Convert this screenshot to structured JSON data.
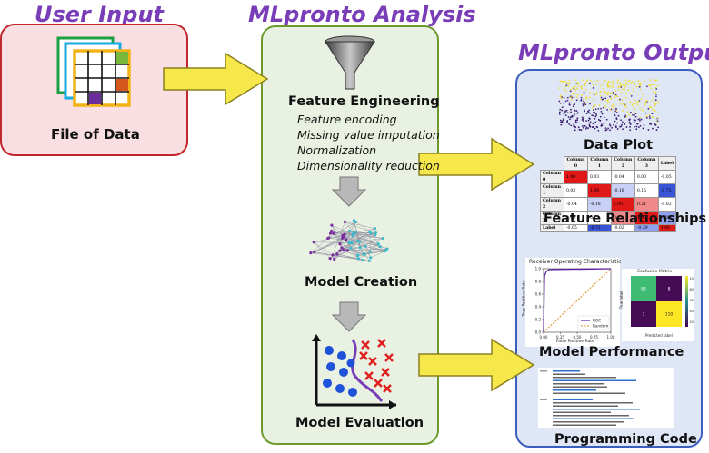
{
  "headings": {
    "input": "User Input",
    "analysis": "MLpronto Analysis",
    "output": "MLpronto Output"
  },
  "input": {
    "label": "File of Data"
  },
  "analysis": {
    "feature_engineering": "Feature Engineering",
    "steps": [
      "Feature encoding",
      "Missing value imputation",
      "Normalization",
      "Dimensionality reduction"
    ],
    "model_creation": "Model Creation",
    "model_evaluation": "Model Evaluation"
  },
  "output": {
    "data_plot": "Data Plot",
    "feature_relationships": "Feature Relationships",
    "model_performance": "Model Performance",
    "programming_code": "Programming Code"
  },
  "corr_table": {
    "columns": [
      "Column 0",
      "Column 1",
      "Column 2",
      "Column 3",
      "Label"
    ],
    "rows": [
      {
        "name": "Column 0",
        "cells": [
          "1.00",
          "0.03",
          "-0.04",
          "0.00",
          "-0.05"
        ]
      },
      {
        "name": "Column 1",
        "cells": [
          "0.03",
          "1.00",
          "-0.18",
          "0.15",
          "-0.72"
        ]
      },
      {
        "name": "Column 2",
        "cells": [
          "-0.04",
          "-0.18",
          "1.00",
          "0.21",
          "-0.02"
        ]
      },
      {
        "name": "Column 3",
        "cells": [
          "0.00",
          "0.15",
          "0.21",
          "1.00",
          "-0.39"
        ]
      },
      {
        "name": "Label",
        "cells": [
          "-0.05",
          "-0.72",
          "-0.02",
          "-0.39",
          "1.00"
        ]
      }
    ]
  },
  "roc_chart": {
    "title": "Receiver Operating Characteristic",
    "xlabel": "False Positive Rate",
    "ylabel": "True Positive Rate",
    "legend": [
      "ROC",
      "Random"
    ],
    "xticks": [
      "0.00",
      "0.25",
      "0.50",
      "0.75",
      "1.00"
    ],
    "yticks": [
      "0.0",
      "0.2",
      "0.4",
      "0.6",
      "0.8",
      "1.0"
    ]
  },
  "confusion": {
    "title": "Confusion Matrix",
    "xlabel": "Predicted label",
    "ylabel": "True label",
    "values": [
      "82",
      "8",
      "3",
      "110"
    ],
    "colorbar_ticks": [
      "100",
      "80",
      "60",
      "40",
      "20"
    ]
  },
  "colors": {
    "heading": "#7a3db8",
    "input_box": "#f9dfe2",
    "analysis_box": "#e9f1e2",
    "output_box": "#dfe7f7",
    "arrow": "#f6e84a"
  }
}
